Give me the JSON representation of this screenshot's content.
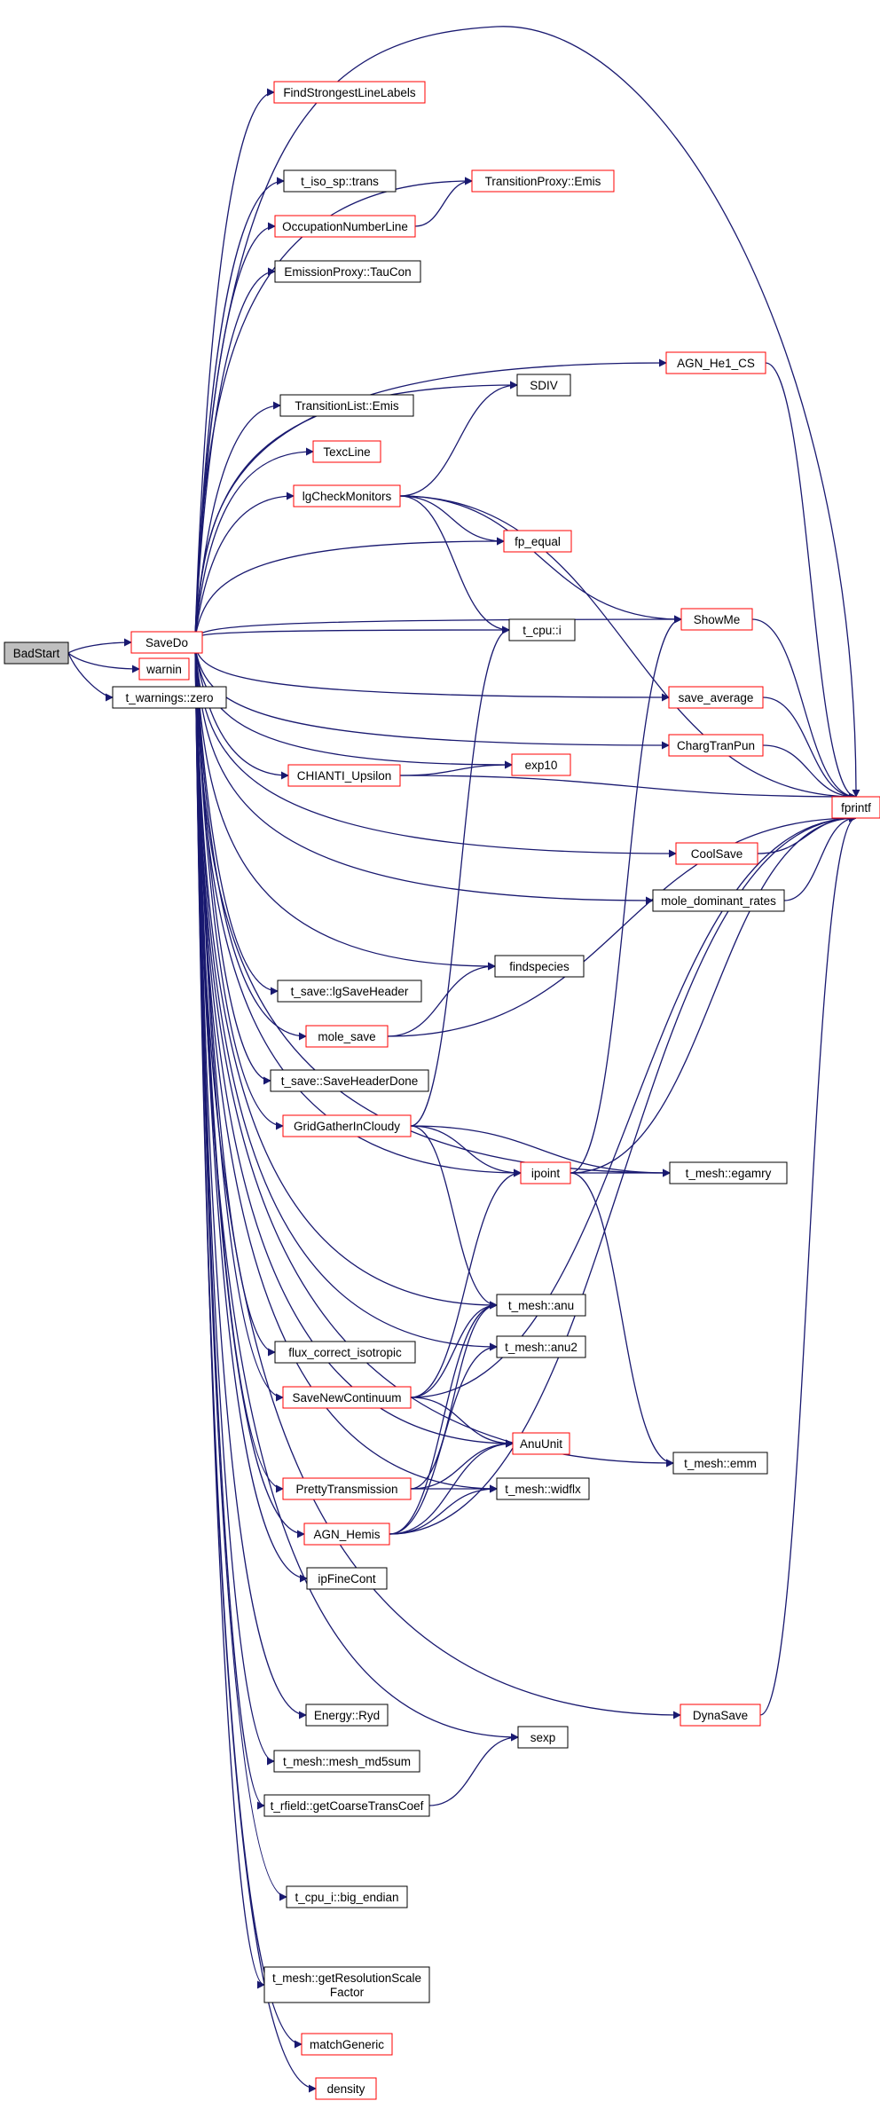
{
  "colors": {
    "edge": "#191970",
    "border_truncated": "#ff0000",
    "border_normal": "#000000",
    "root_fill": "#bfbfbf",
    "node_fill": "#ffffff"
  },
  "nodes": [
    {
      "id": "BadStart",
      "label": "BadStart",
      "style": "root"
    },
    {
      "id": "SaveDo",
      "label": "SaveDo",
      "style": "truncated"
    },
    {
      "id": "warnin",
      "label": "warnin",
      "style": "truncated"
    },
    {
      "id": "t_warnings_zero",
      "label": "t_warnings::zero",
      "style": "normal"
    },
    {
      "id": "FindStrongestLineLabels",
      "label": "FindStrongestLineLabels",
      "style": "truncated"
    },
    {
      "id": "t_iso_sp_trans",
      "label": "t_iso_sp::trans",
      "style": "normal"
    },
    {
      "id": "TransitionProxy_Emis",
      "label": "TransitionProxy::Emis",
      "style": "truncated"
    },
    {
      "id": "OccupationNumberLine",
      "label": "OccupationNumberLine",
      "style": "truncated"
    },
    {
      "id": "EmissionProxy_TauCon",
      "label": "EmissionProxy::TauCon",
      "style": "normal"
    },
    {
      "id": "AGN_He1_CS",
      "label": "AGN_He1_CS",
      "style": "truncated"
    },
    {
      "id": "SDIV",
      "label": "SDIV",
      "style": "normal"
    },
    {
      "id": "TransitionList_Emis",
      "label": "TransitionList::Emis",
      "style": "normal"
    },
    {
      "id": "TexcLine",
      "label": "TexcLine",
      "style": "truncated"
    },
    {
      "id": "lgCheckMonitors",
      "label": "lgCheckMonitors",
      "style": "truncated"
    },
    {
      "id": "fp_equal",
      "label": "fp_equal",
      "style": "truncated"
    },
    {
      "id": "ShowMe",
      "label": "ShowMe",
      "style": "truncated"
    },
    {
      "id": "t_cpu_i",
      "label": "t_cpu::i",
      "style": "normal"
    },
    {
      "id": "save_average",
      "label": "save_average",
      "style": "truncated"
    },
    {
      "id": "ChargTranPun",
      "label": "ChargTranPun",
      "style": "truncated"
    },
    {
      "id": "exp10",
      "label": "exp10",
      "style": "truncated"
    },
    {
      "id": "CHIANTI_Upsilon",
      "label": "CHIANTI_Upsilon",
      "style": "truncated"
    },
    {
      "id": "fprintf",
      "label": "fprintf",
      "style": "truncated"
    },
    {
      "id": "CoolSave",
      "label": "CoolSave",
      "style": "truncated"
    },
    {
      "id": "mole_dominant_rates",
      "label": "mole_dominant_rates",
      "style": "normal"
    },
    {
      "id": "findspecies",
      "label": "findspecies",
      "style": "normal"
    },
    {
      "id": "t_save_lgSaveHeader",
      "label": "t_save::lgSaveHeader",
      "style": "normal"
    },
    {
      "id": "mole_save",
      "label": "mole_save",
      "style": "truncated"
    },
    {
      "id": "t_save_SaveHeaderDone",
      "label": "t_save::SaveHeaderDone",
      "style": "normal"
    },
    {
      "id": "GridGatherInCloudy",
      "label": "GridGatherInCloudy",
      "style": "truncated"
    },
    {
      "id": "ipoint",
      "label": "ipoint",
      "style": "truncated"
    },
    {
      "id": "t_mesh_egamry",
      "label": "t_mesh::egamry",
      "style": "normal"
    },
    {
      "id": "t_mesh_anu",
      "label": "t_mesh::anu",
      "style": "normal"
    },
    {
      "id": "t_mesh_anu2",
      "label": "t_mesh::anu2",
      "style": "normal"
    },
    {
      "id": "flux_correct_isotropic",
      "label": "flux_correct_isotropic",
      "style": "normal"
    },
    {
      "id": "SaveNewContinuum",
      "label": "SaveNewContinuum",
      "style": "truncated"
    },
    {
      "id": "AnuUnit",
      "label": "AnuUnit",
      "style": "truncated"
    },
    {
      "id": "t_mesh_emm",
      "label": "t_mesh::emm",
      "style": "normal"
    },
    {
      "id": "PrettyTransmission",
      "label": "PrettyTransmission",
      "style": "truncated"
    },
    {
      "id": "t_mesh_widflx",
      "label": "t_mesh::widflx",
      "style": "normal"
    },
    {
      "id": "AGN_Hemis",
      "label": "AGN_Hemis",
      "style": "truncated"
    },
    {
      "id": "ipFineCont",
      "label": "ipFineCont",
      "style": "normal"
    },
    {
      "id": "Energy_Ryd",
      "label": "Energy::Ryd",
      "style": "normal"
    },
    {
      "id": "DynaSave",
      "label": "DynaSave",
      "style": "truncated"
    },
    {
      "id": "sexp",
      "label": "sexp",
      "style": "normal"
    },
    {
      "id": "t_mesh_mesh_md5sum",
      "label": "t_mesh::mesh_md5sum",
      "style": "normal"
    },
    {
      "id": "t_rfield_getCoarseTransCoef",
      "label": "t_rfield::getCoarseTransCoef",
      "style": "normal"
    },
    {
      "id": "t_cpu_i_big_endian",
      "label": "t_cpu_i::big_endian",
      "style": "normal"
    },
    {
      "id": "t_mesh_getResolutionScaleFactor",
      "label": "t_mesh::getResolutionScale\nFactor",
      "style": "normal"
    },
    {
      "id": "matchGeneric",
      "label": "matchGeneric",
      "style": "truncated"
    },
    {
      "id": "density",
      "label": "density",
      "style": "truncated"
    }
  ],
  "edges": [
    [
      "BadStart",
      "SaveDo"
    ],
    [
      "BadStart",
      "warnin"
    ],
    [
      "BadStart",
      "t_warnings_zero"
    ],
    [
      "SaveDo",
      "FindStrongestLineLabels"
    ],
    [
      "SaveDo",
      "t_iso_sp_trans"
    ],
    [
      "SaveDo",
      "TransitionProxy_Emis"
    ],
    [
      "SaveDo",
      "OccupationNumberLine"
    ],
    [
      "SaveDo",
      "EmissionProxy_TauCon"
    ],
    [
      "SaveDo",
      "AGN_He1_CS"
    ],
    [
      "SaveDo",
      "SDIV"
    ],
    [
      "SaveDo",
      "TransitionList_Emis"
    ],
    [
      "SaveDo",
      "TexcLine"
    ],
    [
      "SaveDo",
      "lgCheckMonitors"
    ],
    [
      "SaveDo",
      "fp_equal"
    ],
    [
      "SaveDo",
      "ShowMe"
    ],
    [
      "SaveDo",
      "t_cpu_i"
    ],
    [
      "SaveDo",
      "save_average"
    ],
    [
      "SaveDo",
      "ChargTranPun"
    ],
    [
      "SaveDo",
      "exp10"
    ],
    [
      "SaveDo",
      "CHIANTI_Upsilon"
    ],
    [
      "SaveDo",
      "fprintf"
    ],
    [
      "SaveDo",
      "CoolSave"
    ],
    [
      "SaveDo",
      "mole_dominant_rates"
    ],
    [
      "SaveDo",
      "findspecies"
    ],
    [
      "SaveDo",
      "t_save_lgSaveHeader"
    ],
    [
      "SaveDo",
      "mole_save"
    ],
    [
      "SaveDo",
      "t_save_SaveHeaderDone"
    ],
    [
      "SaveDo",
      "GridGatherInCloudy"
    ],
    [
      "SaveDo",
      "ipoint"
    ],
    [
      "SaveDo",
      "t_mesh_egamry"
    ],
    [
      "SaveDo",
      "t_mesh_anu"
    ],
    [
      "SaveDo",
      "t_mesh_anu2"
    ],
    [
      "SaveDo",
      "flux_correct_isotropic"
    ],
    [
      "SaveDo",
      "SaveNewContinuum"
    ],
    [
      "SaveDo",
      "AnuUnit"
    ],
    [
      "SaveDo",
      "PrettyTransmission"
    ],
    [
      "SaveDo",
      "t_mesh_widflx"
    ],
    [
      "SaveDo",
      "AGN_Hemis"
    ],
    [
      "SaveDo",
      "ipFineCont"
    ],
    [
      "SaveDo",
      "Energy_Ryd"
    ],
    [
      "SaveDo",
      "sexp"
    ],
    [
      "SaveDo",
      "t_mesh_mesh_md5sum"
    ],
    [
      "SaveDo",
      "t_rfield_getCoarseTransCoef"
    ],
    [
      "SaveDo",
      "DynaSave"
    ],
    [
      "SaveDo",
      "t_cpu_i_big_endian"
    ],
    [
      "SaveDo",
      "t_mesh_emm"
    ],
    [
      "SaveDo",
      "t_mesh_getResolutionScaleFactor"
    ],
    [
      "SaveDo",
      "matchGeneric"
    ],
    [
      "SaveDo",
      "density"
    ],
    [
      "OccupationNumberLine",
      "TransitionProxy_Emis"
    ],
    [
      "AGN_He1_CS",
      "fprintf"
    ],
    [
      "lgCheckMonitors",
      "SDIV"
    ],
    [
      "lgCheckMonitors",
      "fp_equal"
    ],
    [
      "lgCheckMonitors",
      "ShowMe"
    ],
    [
      "lgCheckMonitors",
      "t_cpu_i"
    ],
    [
      "lgCheckMonitors",
      "fprintf"
    ],
    [
      "ShowMe",
      "fprintf"
    ],
    [
      "save_average",
      "fprintf"
    ],
    [
      "ChargTranPun",
      "fprintf"
    ],
    [
      "CHIANTI_Upsilon",
      "exp10"
    ],
    [
      "CHIANTI_Upsilon",
      "fprintf"
    ],
    [
      "CoolSave",
      "fprintf"
    ],
    [
      "mole_dominant_rates",
      "fprintf"
    ],
    [
      "mole_save",
      "findspecies"
    ],
    [
      "mole_save",
      "fprintf"
    ],
    [
      "GridGatherInCloudy",
      "t_cpu_i"
    ],
    [
      "GridGatherInCloudy",
      "ipoint"
    ],
    [
      "GridGatherInCloudy",
      "t_mesh_egamry"
    ],
    [
      "GridGatherInCloudy",
      "t_mesh_anu"
    ],
    [
      "ipoint",
      "ShowMe"
    ],
    [
      "ipoint",
      "fprintf"
    ],
    [
      "ipoint",
      "t_mesh_egamry"
    ],
    [
      "ipoint",
      "t_mesh_emm"
    ],
    [
      "SaveNewContinuum",
      "ipoint"
    ],
    [
      "SaveNewContinuum",
      "t_mesh_anu"
    ],
    [
      "SaveNewContinuum",
      "AnuUnit"
    ],
    [
      "SaveNewContinuum",
      "fprintf"
    ],
    [
      "PrettyTransmission",
      "t_mesh_anu"
    ],
    [
      "PrettyTransmission",
      "AnuUnit"
    ],
    [
      "PrettyTransmission",
      "t_mesh_widflx"
    ],
    [
      "AGN_Hemis",
      "t_mesh_anu"
    ],
    [
      "AGN_Hemis",
      "t_mesh_anu2"
    ],
    [
      "AGN_Hemis",
      "AnuUnit"
    ],
    [
      "AGN_Hemis",
      "t_mesh_widflx"
    ],
    [
      "AGN_Hemis",
      "fprintf"
    ],
    [
      "t_rfield_getCoarseTransCoef",
      "sexp"
    ],
    [
      "DynaSave",
      "fprintf"
    ]
  ]
}
